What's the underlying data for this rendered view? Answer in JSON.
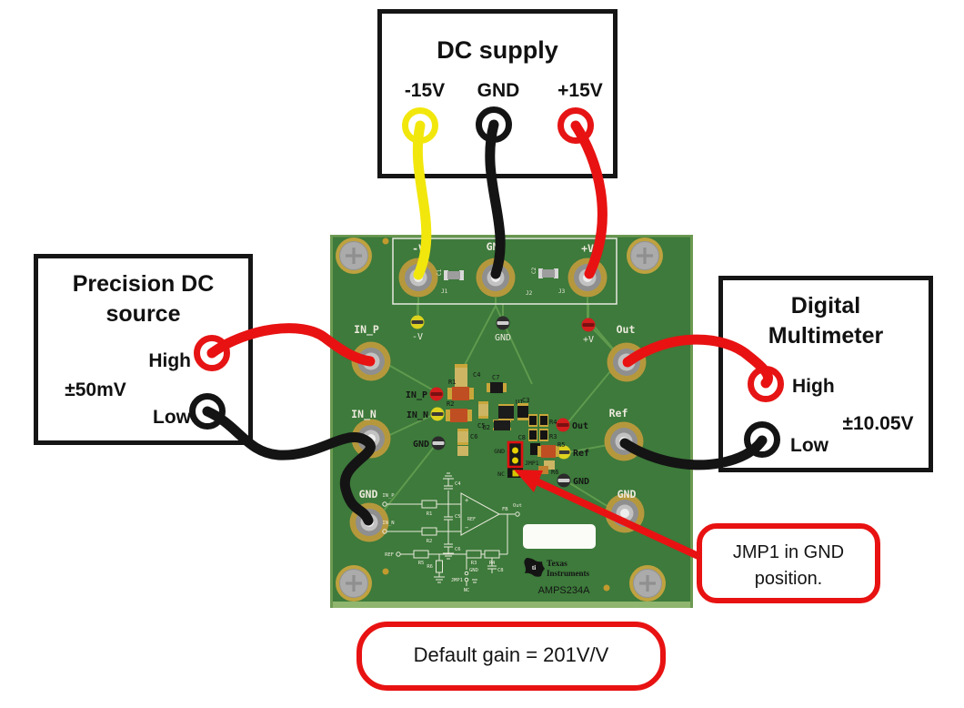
{
  "colors": {
    "accent_red": "#e81212",
    "board_green": "#3d7a3b",
    "wire_yellow": "#f2e70c",
    "wire_black": "#141414"
  },
  "dc_supply": {
    "title": "DC supply",
    "terminals": [
      "-15V",
      "GND",
      "+15V"
    ]
  },
  "dc_source": {
    "title": "Precision DC source",
    "high": "High",
    "low": "Low",
    "range": "±50mV"
  },
  "multimeter": {
    "title": "Digital Multimeter",
    "high": "High",
    "low": "Low",
    "reading": "±10.05V"
  },
  "board": {
    "part_number": "AMPS234A",
    "brand": {
      "line1": "Texas",
      "line2": "Instruments"
    },
    "power_connectors": [
      "-V",
      "GND",
      "+V"
    ],
    "power_refs": [
      "J1",
      "J2",
      "J3"
    ],
    "power_caps": [
      "C1",
      "C2"
    ],
    "power_testpoints": [
      "-V",
      "GND",
      "+V"
    ],
    "left_connectors": [
      "IN_P",
      "IN_N",
      "GND"
    ],
    "left_testpoints": [
      "IN_P",
      "IN_N",
      "GND"
    ],
    "right_connectors": [
      "Out",
      "Ref",
      "GND"
    ],
    "right_testpoints": [
      "Out",
      "Ref",
      "GND"
    ],
    "refdes": {
      "c4": "C4",
      "r1": "R1",
      "r2": "R2",
      "c5": "C5",
      "c6": "C6",
      "c7": "C7",
      "u1": "U1",
      "c3": "C3",
      "u2": "U2",
      "r4": "R4",
      "r3": "R3",
      "c8": "C8",
      "r5": "R5",
      "r6": "R6"
    },
    "jumper": {
      "gnd": "GND",
      "name": "JMP1",
      "nc": "NC"
    },
    "schematic": {
      "in_p": "IN_P",
      "r1": "R1",
      "c4": "C4",
      "in_n": "IN_N",
      "r2": "R2",
      "c5": "C5",
      "c6": "C6",
      "ref": "REF",
      "r5": "R5",
      "r6": "R6",
      "r3": "R3",
      "r4": "R4",
      "c8": "C8",
      "fb": "FB",
      "out": "Out",
      "gnd": "GND",
      "jmp1": "JMP1",
      "nc": "NC",
      "plus": "+",
      "minus": "−"
    }
  },
  "callouts": {
    "jumper_note": "JMP1 in GND position.",
    "gain_note": "Default gain = 201V/V"
  }
}
